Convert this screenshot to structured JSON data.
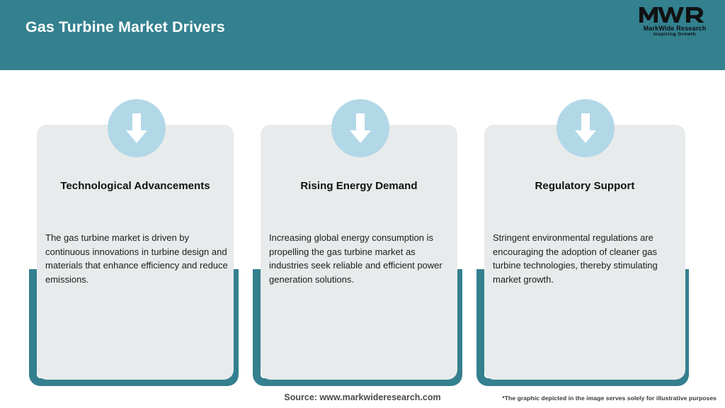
{
  "header": {
    "title": "Gas Turbine Market Drivers",
    "background_color": "#33808f",
    "title_color": "#ffffff",
    "logo": {
      "mark_text": "MWR",
      "name": "MarkWide Research",
      "tagline": "Inspiring Growth"
    }
  },
  "cards": [
    {
      "title": "Technological Advancements",
      "body": "The gas turbine market is driven by continuous innovations in turbine design and materials that enhance efficiency and reduce emissions.",
      "icon": "arrow-down-icon"
    },
    {
      "title": "Rising Energy Demand",
      "body": "Increasing global energy consumption is propelling the gas turbine market as industries seek reliable and efficient power generation solutions.",
      "icon": "arrow-down-icon"
    },
    {
      "title": "Regulatory Support",
      "body": "Stringent environmental regulations are encouraging the adoption of cleaner gas turbine technologies, thereby stimulating market growth.",
      "icon": "arrow-down-icon"
    }
  ],
  "footer": {
    "source": "Source: www.markwideresearch.com",
    "disclaimer": "*The graphic depicted in the image serves solely for illustrative purposes"
  },
  "theme": {
    "teal": "#34808f",
    "circle_blue": "#b2d8e7",
    "panel_grey": "#e8ebec",
    "text_dark": "#1c1c1c"
  }
}
